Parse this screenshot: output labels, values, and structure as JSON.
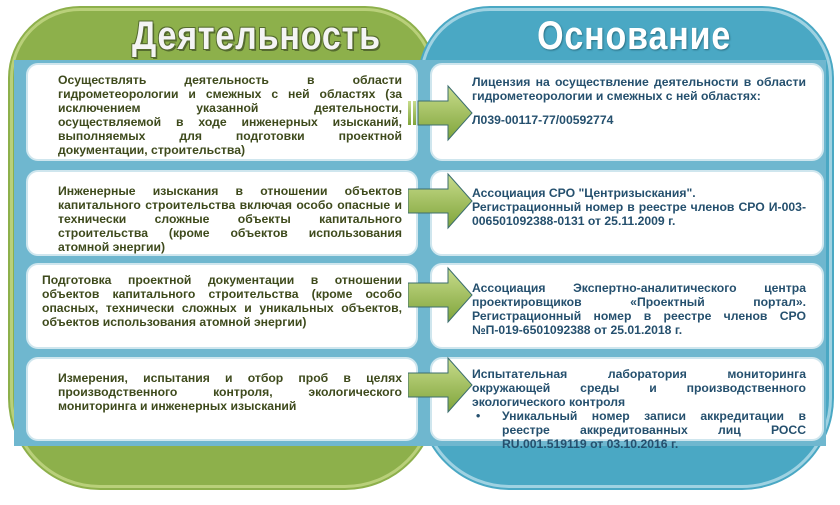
{
  "headers": {
    "left": "Деятельность",
    "right": "Основание"
  },
  "rows": [
    {
      "activity": "Осуществлять деятельность в области гидрометеорологии и смежных с ней областях (за исключением указанной деятельности, осуществляемой в ходе инженерных изысканий, выполняемых для подготовки проектной документации, строительства)",
      "basis": [
        "Лицензия на осуществление деятельности в области гидрометеорологии и смежных с ней областях:",
        "Л039-00117-77/00592774"
      ]
    },
    {
      "activity": "Инженерные изыскания в отношении объектов капитального строительства включая особо опасные и технически сложные объекты капитального строительства (кроме объектов использования атомной энергии)",
      "basis": [
        "Ассоциация СРО \"Центризыскания\".",
        "Регистрационный номер в реестре членов СРО И-003-006501092388-0131 от 25.11.2009 г."
      ]
    },
    {
      "activity": "Подготовка проектной документации в отношении объектов капитального строительства (кроме особо опасных, технически сложных и уникальных объектов, объектов использования атомной энергии)",
      "basis": [
        "Ассоциация Экспертно-аналитического центра проектировщиков «Проектный портал». Регистрационный номер в реестре членов СРО №П-019-6501092388 от 25.01.2018 г."
      ]
    },
    {
      "activity": "Измерения, испытания и отбор проб в целях производственного контроля, экологического мониторинга и инженерных изысканий",
      "basis": [
        "Испытательная лаборатория мониторинга окружающей среды и производственного экологического контроля"
      ],
      "bullet": "Уникальный номер записи аккредитации в реестре аккредитованных лиц РОСС RU.001.519119 от 03.10.2016 г."
    }
  ]
}
